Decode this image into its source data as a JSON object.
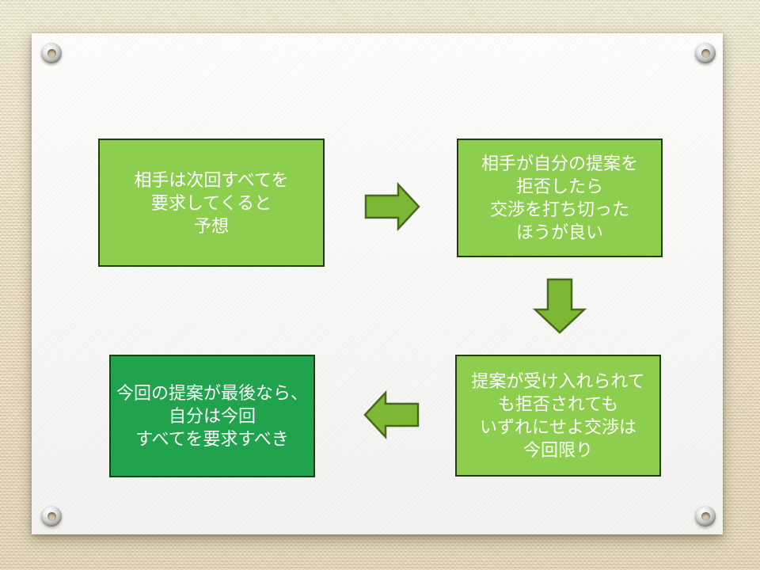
{
  "slide": {
    "kind": "presentation-slide",
    "title": ""
  },
  "colors": {
    "fabric_color": "#e8ddc1",
    "paper_color": "#fafaf8",
    "box_fill": "#8dce4f",
    "box_fill_accent": "#21a24c",
    "box_border": "#203c10",
    "arrow_fill": "#7cb834",
    "arrow_border": "#47691b",
    "text_color": "#ffffff"
  },
  "flowchart": {
    "boxes": [
      {
        "name": "expectation",
        "lines": [
          "相手は次回すべてを",
          "要求してくると",
          "予想"
        ]
      },
      {
        "name": "break-off-if-rejected",
        "lines": [
          "相手が自分の提案を",
          "拒否したら",
          "交渉を打ち切った",
          "ほうが良い"
        ]
      },
      {
        "name": "negotiation-this-time-only",
        "lines": [
          "提案が受け入れられて",
          "も拒否されても",
          "いずれにせよ交渉は",
          "今回限り"
        ]
      },
      {
        "name": "demand-everything-now",
        "lines": [
          "今回の提案が最後なら、",
          "自分は今回",
          "すべてを要求すべき"
        ]
      }
    ],
    "arrows": [
      {
        "direction": "right"
      },
      {
        "direction": "down"
      },
      {
        "direction": "left"
      }
    ]
  }
}
